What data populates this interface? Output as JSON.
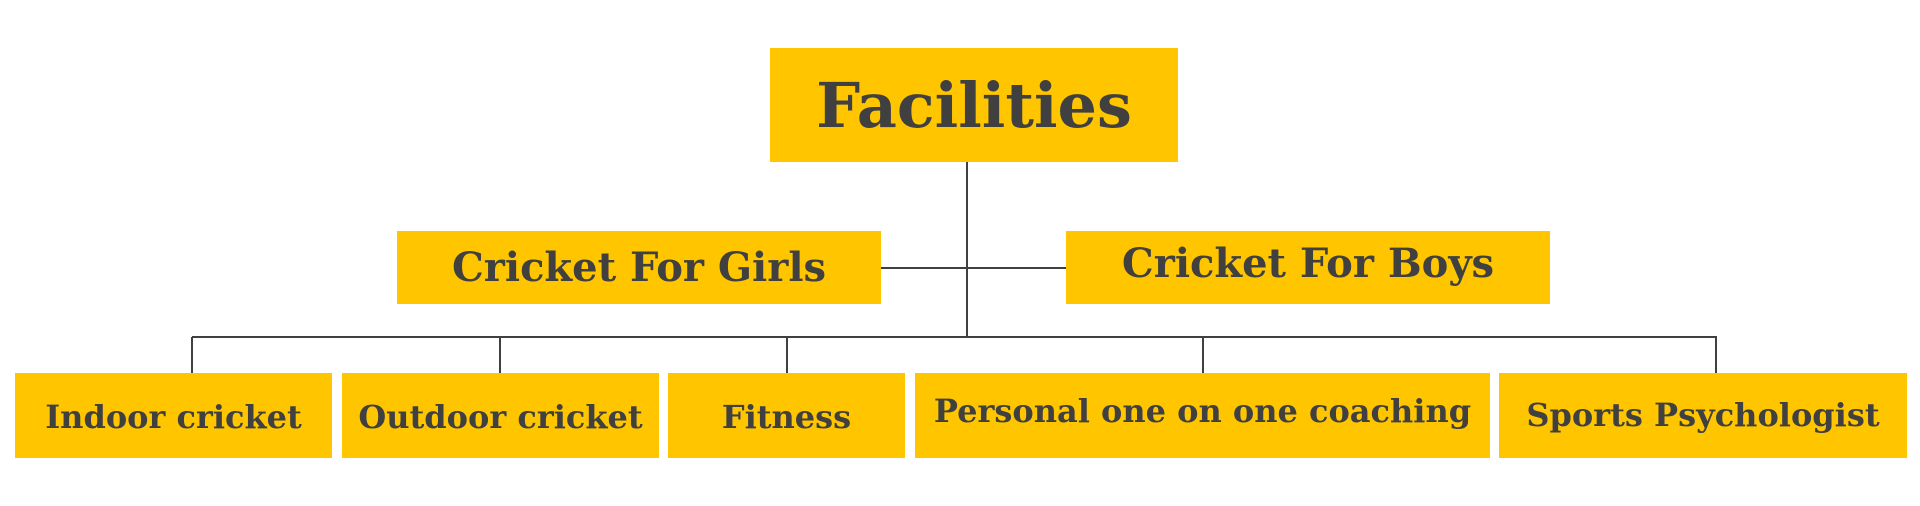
{
  "org_chart": {
    "root": {
      "label": "Facilities"
    },
    "middle": [
      {
        "label": "Cricket For Girls"
      },
      {
        "label": "Cricket For Boys"
      }
    ],
    "leaves": [
      {
        "label": "Indoor cricket"
      },
      {
        "label": "Outdoor cricket"
      },
      {
        "label": "Fitness"
      },
      {
        "label": "Personal one on one coaching"
      },
      {
        "label": "Sports Psychologist"
      }
    ]
  },
  "colors": {
    "box_fill": "#FFC600",
    "text": "#404040",
    "connector": "#404040"
  }
}
